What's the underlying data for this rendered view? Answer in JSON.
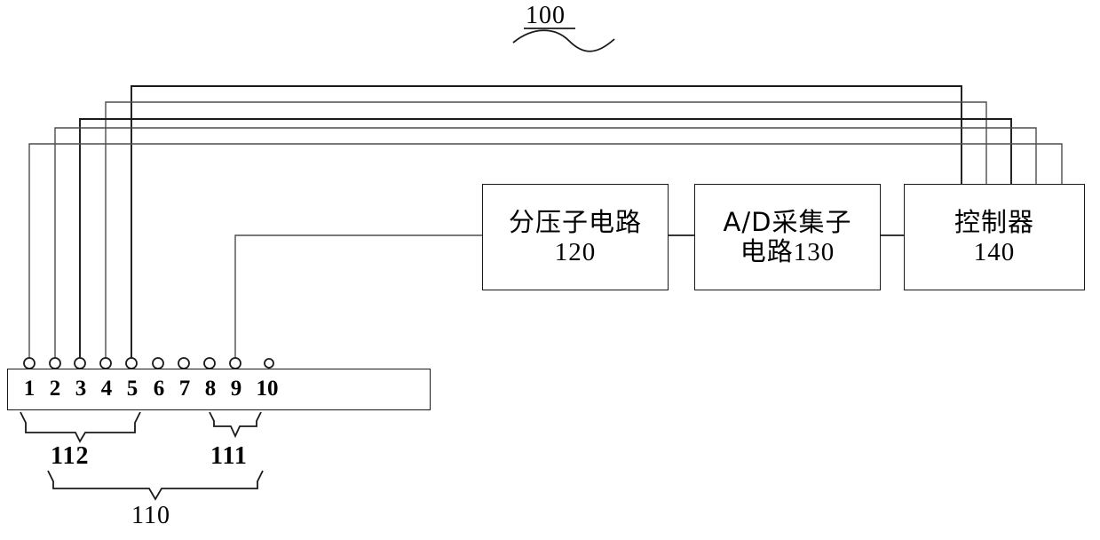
{
  "figure": {
    "top_label": "100",
    "blocks": [
      {
        "id": "divider",
        "line1": "分压子电路",
        "line2": "120"
      },
      {
        "id": "adc",
        "line1": "A/D采集子",
        "line2": "电路130"
      },
      {
        "id": "controller",
        "line1": "控制器",
        "line2": "140"
      }
    ],
    "terminal_block": {
      "numbers": [
        "1",
        "2",
        "3",
        "4",
        "5",
        "6",
        "7",
        "8",
        "9",
        "10"
      ],
      "count": 10
    },
    "braces": [
      {
        "id": "brace-112",
        "label": "112",
        "spans": "terminals 1-5"
      },
      {
        "id": "brace-111",
        "label": "111",
        "spans": "terminal 9"
      },
      {
        "id": "brace-110",
        "label": "110",
        "spans": "terminals 1-9"
      }
    ],
    "colors": {
      "line": "#4d4d4d",
      "line_dark": "#1a1a1a",
      "background": "#ffffff"
    }
  }
}
